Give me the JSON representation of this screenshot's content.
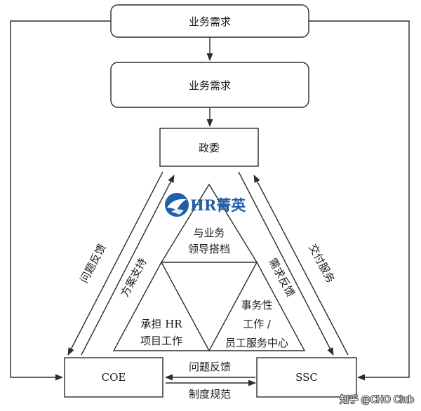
{
  "boxes": {
    "top_1": "业务需求",
    "top_2": "业务需求",
    "commissar": "政委",
    "coe": "COE",
    "ssc": "SSC"
  },
  "triangles": {
    "top": [
      "与业务",
      "领导搭档"
    ],
    "left": [
      "承担 HR",
      "项目工作"
    ],
    "right": [
      "事务性",
      "工作 /",
      "员工服务中心"
    ]
  },
  "edges": {
    "left_outer": "问题反馈",
    "left_inner": "方案支持",
    "right_inner": "需求反馈",
    "right_outer": "交付服务",
    "bottom_top": "问题反馈",
    "bottom_bottom": "制度规范"
  },
  "watermark": "HR菁英",
  "corner_watermark": "知乎 @CHO Club",
  "colors": {
    "line": "#2b2b2b",
    "watermark": "#1f5ea8"
  }
}
